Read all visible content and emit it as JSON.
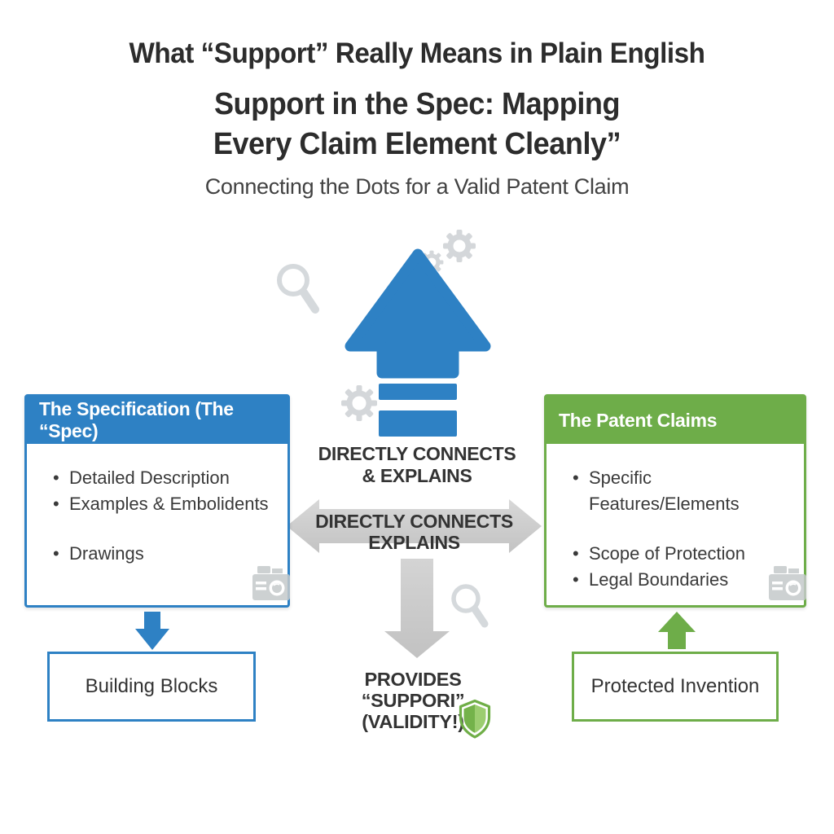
{
  "header": {
    "title": "What “Support” Really Means in Plain English",
    "title2_line1": "Support in the Spec: Mapping",
    "title2_line2": "Every Claim Element Cleanly”",
    "subtitle": "Connecting the Dots for a Valid Patent Claim"
  },
  "spec_box": {
    "title": "The Specification (The “Spec)",
    "items": [
      "Detailed Description",
      "Examples & Embolidents",
      "Drawings"
    ]
  },
  "claims_box": {
    "title": "The Patent Claims",
    "items": [
      "Specific Features/Elements",
      "Scope of Protection",
      "Legal Boundaries"
    ]
  },
  "connections": {
    "vertical_label_line1": "DIRECTLY CONNECTS",
    "vertical_label_line2": "& EXPLAINS",
    "horizontal_label_line1": "DIRECTLY CONNECTS",
    "horizontal_label_line2": "EXPLAINS",
    "support_label_line1": "PROVIDES",
    "support_label_line2": "“SUPPORI”",
    "support_label_line3": "(VALIDITY!)"
  },
  "outcomes": {
    "spec_result": "Building Blocks",
    "claims_result": "Protected Invention"
  },
  "icons": {
    "decorative": [
      "magnifier-icon",
      "gears-icon",
      "gear-icon",
      "magnifier-icon",
      "camera-icon",
      "camera-icon"
    ],
    "badge": "shield-icon"
  },
  "colors": {
    "blue": "#2e81c4",
    "green": "#6ead49",
    "arrow_gray": "#c9c9c9",
    "icon_gray": "#ced3d7",
    "title_text": "#2c2c2c",
    "body_text": "#3a3a3a"
  }
}
